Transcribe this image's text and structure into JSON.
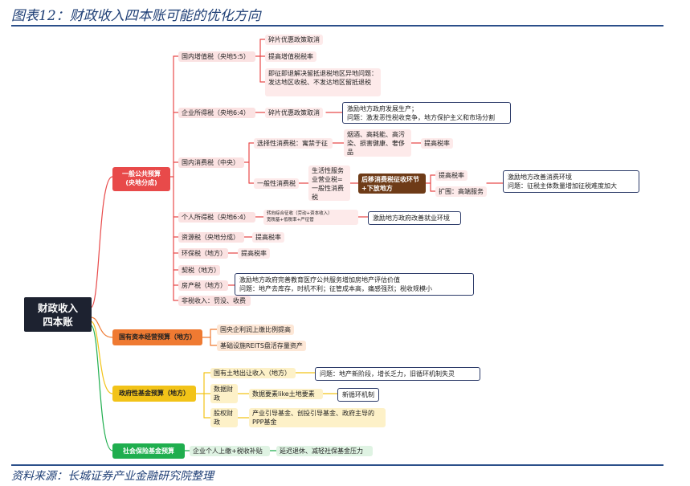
{
  "title": "图表12：财政收入四本账可能的优化方向",
  "source": "资料来源：长城证券产业金融研究院整理",
  "root": "财政收入四本账",
  "general_budget": {
    "label_line1": "一般公共预算",
    "label_line2": "(央地分成)",
    "vat": {
      "label": "国内增值税（央地5:5）",
      "items": [
        "碎片优惠政策取消",
        "提高增值税税率",
        "即征即退解决留抵退税地区异地问题：",
        "发达地区收税、不发达地区留抵退税"
      ]
    },
    "cit": {
      "label": "企业所得税（央地6:4）",
      "item": "碎片优惠政策取消",
      "note_line1": "激励地方政府发展生产；",
      "note_line2": "问题：激发恶性税收竞争，地方保护主义和市场分割"
    },
    "consumption": {
      "label": "国内消费税（中央）",
      "selective": "选择性消费税：寓禁于征",
      "selective_items": "烟酒、高耗能、高污染、损害健康、奢侈品",
      "selective_action": "提高税率",
      "general": "一般性消费税",
      "general_detail": "生活性服务业营业税=一般性消费税",
      "shift": "后移消费税征收环节+下放地方",
      "action1": "提高税率",
      "action2": "扩围：高端服务",
      "note_line1": "激励地方改善消费环境",
      "note_line2": "问题：征税主体数量增加征税难度加大"
    },
    "pit": {
      "label": "个人所得税（央地6:4）",
      "item_line1": "转向综合征收（劳动+资本收入）",
      "item_line2": "宽税基+低税率+严征管",
      "note": "激励地方政府改善就业环境"
    },
    "resource": {
      "label": "资源税（央地分成）",
      "item": "提高税率"
    },
    "env": {
      "label": "环保税（地方）",
      "item": "提高税率"
    },
    "deed": {
      "label": "契税（地方）"
    },
    "property": {
      "label": "房产税（地方）",
      "note_line1": "激励地方政府完善教育医疗公共服务增加房地产评估价值",
      "note_line2": "问题：地产去库存，时机不利；征管成本高，痛感强烈；税收规模小"
    },
    "nontax": {
      "label": "非税收入：罚没、收费"
    }
  },
  "soe_budget": {
    "label": "国有资本经营预算（地方）",
    "items": [
      "国央企利润上缴比例提高",
      "基础设施REITS盘活存量资产"
    ]
  },
  "fund_budget": {
    "label": "政府性基金预算（地方）",
    "land": "国有土地出让收入（地方）",
    "land_note": "问题：地产新阶段，增长乏力，旧循环机制失灵",
    "data_fiscal": "数据财政",
    "data_item": "数据要素like土地要素",
    "data_note": "新循环机制",
    "equity_fiscal": "股权财政",
    "equity_item": "产业引导基金、创投引导基金、政府主导的PPP基金"
  },
  "social_budget": {
    "label": "社会保险基金预算",
    "item1": "企业个人上缴+税收补贴",
    "item2": "延迟退休、减轻社保基金压力"
  }
}
